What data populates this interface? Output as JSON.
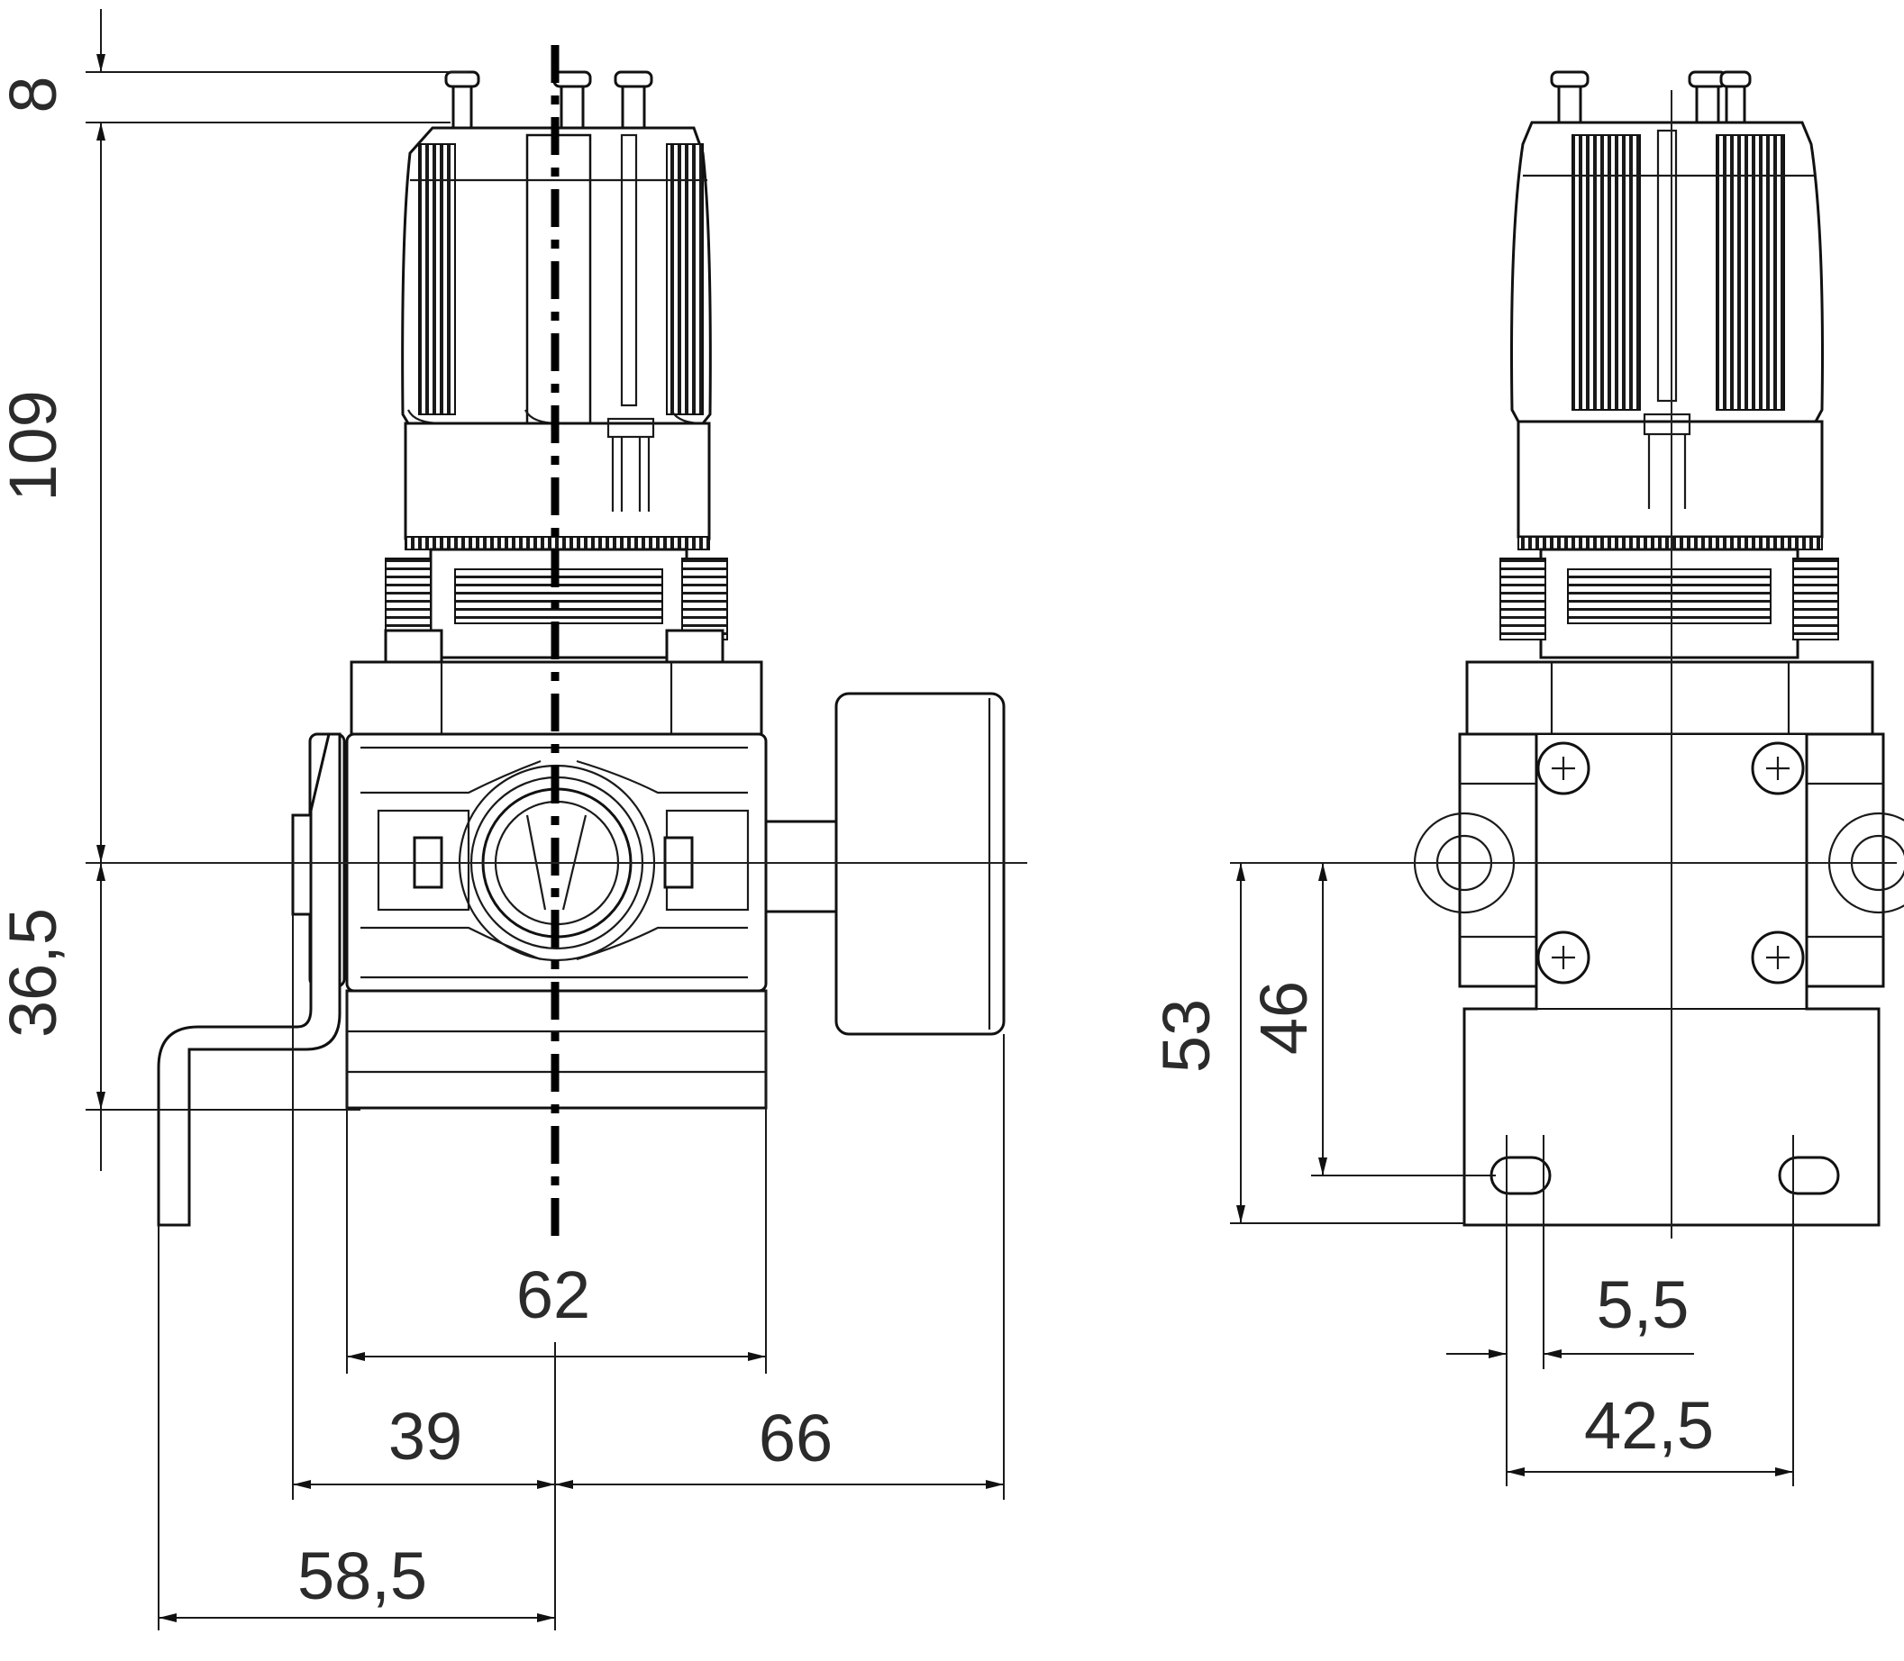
{
  "drawing": {
    "colors": {
      "line": "#111111",
      "text": "#2b2b2b",
      "background": "#ffffff"
    },
    "dimensions": {
      "height_top": "8",
      "height_adjuster": "109",
      "height_lower": "36,5",
      "width_body": "62",
      "offset_left": "39",
      "offset_right": "66",
      "offset_bracket": "58,5",
      "mount_height_outer": "53",
      "mount_height_inner": "46",
      "slot_width": "5,5",
      "slot_spacing": "42,5"
    }
  }
}
